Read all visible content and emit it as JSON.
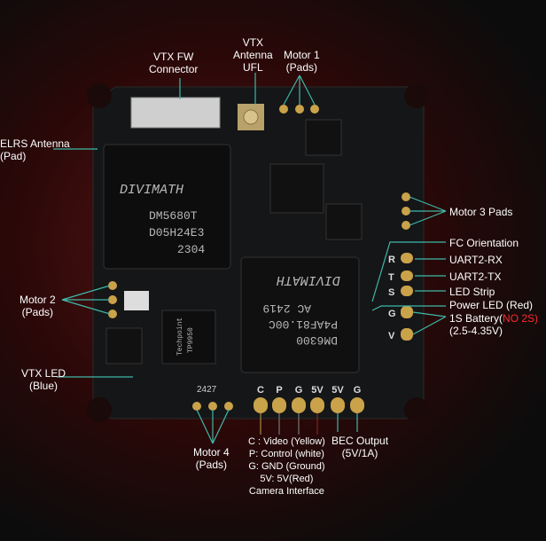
{
  "labels": {
    "vtx_fw": [
      "VTX FW",
      "Connector"
    ],
    "vtx_antenna": [
      "VTX",
      "Antenna",
      "UFL"
    ],
    "motor1": [
      "Motor 1",
      "(Pads)"
    ],
    "elrs": [
      "ELRS Antenna",
      "(Pad)"
    ],
    "motor3": "Motor 3 Pads",
    "fc_orientation": "FC Orientation",
    "uart2_rx": "UART2-RX",
    "uart2_tx": "UART2-TX",
    "led_strip": "LED Strip",
    "power_led": "Power LED (Red)",
    "battery": "1S Battery(",
    "battery_warn": "NO 2S)",
    "battery_range": "(2.5-4.35V)",
    "motor2": [
      "Motor 2",
      "(Pads)"
    ],
    "vtx_led": [
      "VTX LED",
      "(Blue)"
    ],
    "motor4": [
      "Motor 4",
      "(Pads)"
    ],
    "camera": [
      "C : Video (Yellow)",
      "P: Control (white)",
      "G: GND (Ground)",
      "5V: 5V(Red)",
      "Camera Interface"
    ],
    "bec": [
      "BEC Output",
      "(5V/1A)"
    ]
  },
  "board": {
    "chip1": [
      "DIVIMATH",
      "DM5680T",
      "D05H24E3",
      "2304"
    ],
    "chip2": [
      "DM6300",
      "P4AF81.00C",
      "AC 2419",
      "DIVIMATH"
    ],
    "chip3": [
      "Techpoint",
      "TP9950"
    ],
    "pad_letters": [
      "C",
      "P",
      "G",
      "5V",
      "5V",
      "G"
    ],
    "side_letters": [
      "R",
      "T",
      "S",
      "G",
      "V"
    ],
    "code": "2427"
  },
  "colors": {
    "line": "#3fb8a8",
    "pad": "#c9a24a",
    "board": "#151617",
    "warn": "#ff2a2a"
  }
}
